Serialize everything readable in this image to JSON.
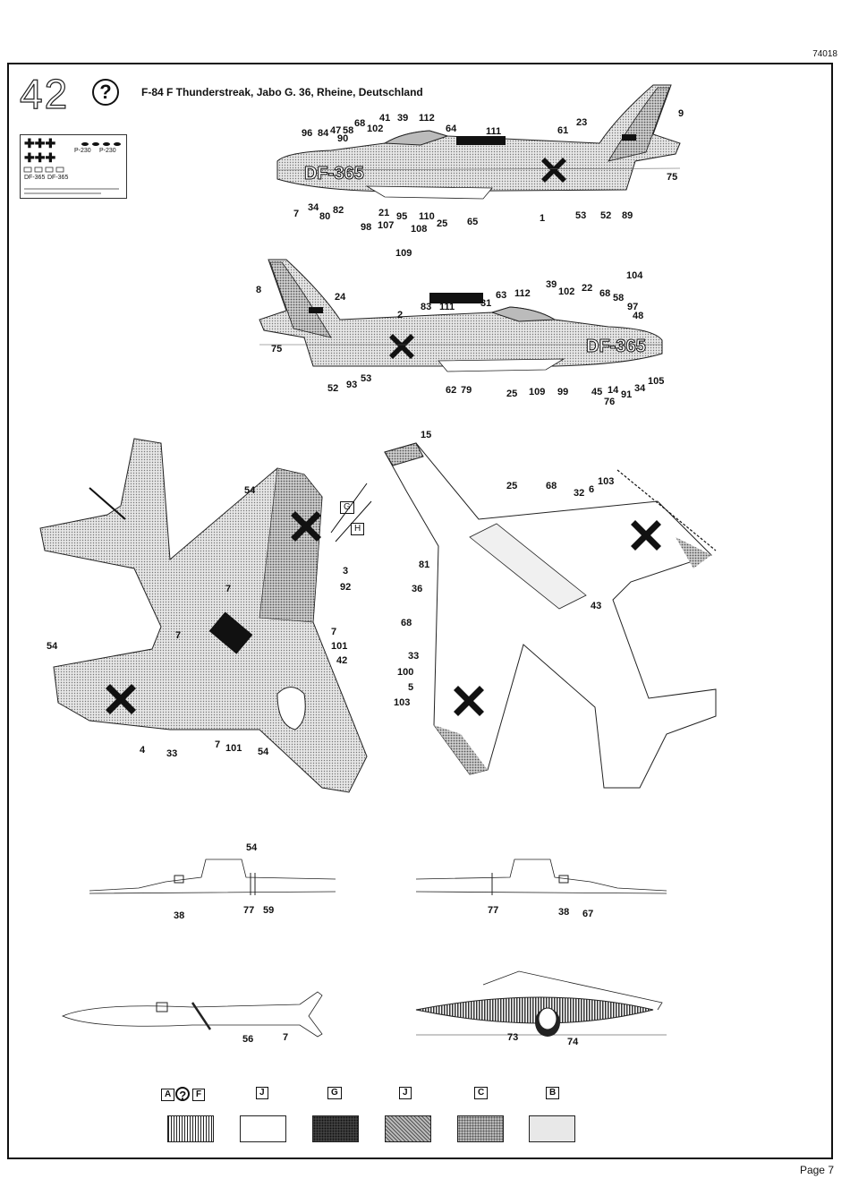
{
  "header": {
    "doc_number": "74018",
    "page": "Page 7"
  },
  "step": {
    "number": "42",
    "help": "?",
    "title": "F-84 F Thunderstreak, Jabo G. 36, Rheine, Deutschland"
  },
  "decal_sheet": {
    "codes": [
      "P-230",
      "P-230",
      "DF-365",
      "DF-365"
    ]
  },
  "side_view_upper": {
    "fuselage_code": "DF-365",
    "callouts": [
      "96",
      "84",
      "47",
      "58",
      "90",
      "68",
      "102",
      "41",
      "39",
      "112",
      "64",
      "111",
      "23",
      "9",
      "61",
      "75",
      "7",
      "34",
      "80",
      "82",
      "98",
      "21",
      "107",
      "95",
      "110",
      "108",
      "25",
      "65",
      "1",
      "53",
      "52",
      "89",
      "109"
    ]
  },
  "side_view_lower": {
    "fuselage_code": "DF-365",
    "callouts": [
      "104",
      "8",
      "24",
      "2",
      "83",
      "111",
      "31",
      "63",
      "112",
      "39",
      "102",
      "22",
      "68",
      "58",
      "97",
      "48",
      "75",
      "52",
      "93",
      "53",
      "62",
      "79",
      "25",
      "109",
      "99",
      "45",
      "14",
      "76",
      "91",
      "34",
      "105"
    ]
  },
  "top_view": {
    "callouts": [
      "54",
      "3",
      "92",
      "7",
      "7",
      "101",
      "42",
      "7",
      "54",
      "4",
      "33",
      "7",
      "101",
      "54"
    ],
    "flags": [
      "G",
      "H"
    ]
  },
  "bottom_view": {
    "callouts": [
      "15",
      "25",
      "68",
      "32",
      "6",
      "103",
      "81",
      "36",
      "43",
      "68",
      "33",
      "100",
      "5",
      "103"
    ]
  },
  "detail_views": {
    "a": [
      "54",
      "38",
      "77",
      "59"
    ],
    "b": [
      "77",
      "38",
      "67"
    ],
    "c": [
      "56",
      "7"
    ],
    "d": [
      "73",
      "74"
    ]
  },
  "legend": [
    {
      "label": "A",
      "help": "?",
      "label2": "F",
      "color": "#6a6a6a"
    },
    {
      "label": "J",
      "color": "#ffffff"
    },
    {
      "label": "G",
      "color": "#4a4a4a"
    },
    {
      "label": "J",
      "color": "#8a8a8a"
    },
    {
      "label": "C",
      "color": "#b8b8b8"
    },
    {
      "label": "B",
      "color": "#e8e8e8"
    }
  ]
}
